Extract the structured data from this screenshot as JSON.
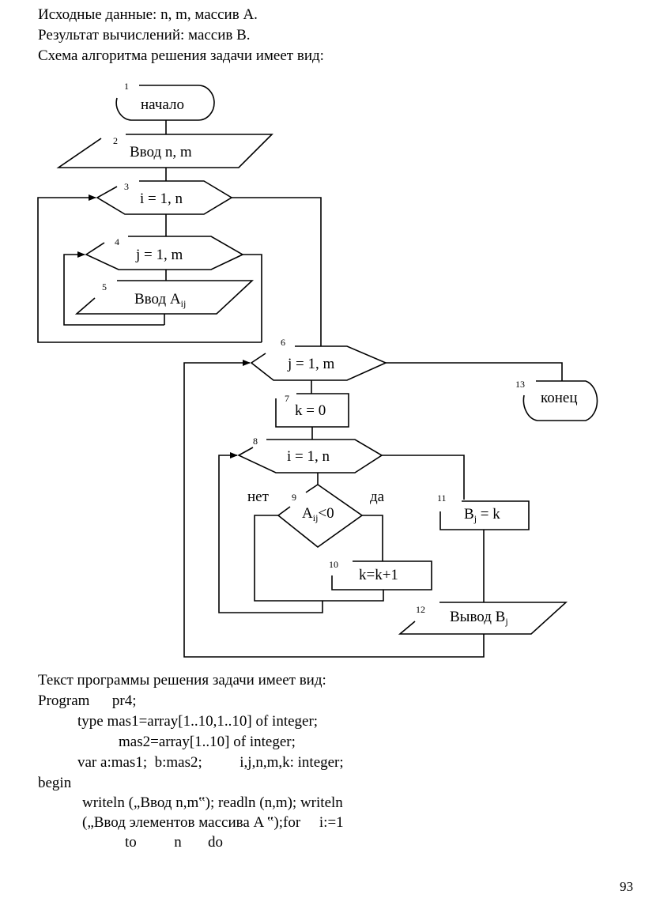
{
  "intro": [
    "Исходные данные: n, m, массив A.",
    "Результат вычислений: массив B.",
    "Схема алгоритма решения задачи имеет вид:"
  ],
  "flowchart": {
    "blocks": [
      {
        "id": "1",
        "type": "terminator",
        "text": "начало"
      },
      {
        "id": "2",
        "type": "input",
        "text": "Ввод n, m"
      },
      {
        "id": "3",
        "type": "loop",
        "text": "i = 1, n"
      },
      {
        "id": "4",
        "type": "loop",
        "text": "j = 1, m"
      },
      {
        "id": "5",
        "type": "input",
        "text": "Ввод A",
        "sub": "ij"
      },
      {
        "id": "6",
        "type": "loop",
        "text": "j = 1, m"
      },
      {
        "id": "7",
        "type": "process",
        "text": "k = 0"
      },
      {
        "id": "8",
        "type": "loop",
        "text": "i = 1, n"
      },
      {
        "id": "9",
        "type": "decision",
        "text": "A",
        "sub": "ij",
        "text_after": "<0"
      },
      {
        "id": "10",
        "type": "process",
        "text": "k=k+1"
      },
      {
        "id": "11",
        "type": "process",
        "text": "B",
        "sub": "j",
        "text_after": " = k"
      },
      {
        "id": "12",
        "type": "output",
        "text": "Вывод B",
        "sub": "j"
      },
      {
        "id": "13",
        "type": "terminator",
        "text": "конец"
      }
    ],
    "branch_labels": {
      "no": "нет",
      "yes": "да"
    }
  },
  "program": {
    "heading": "Текст программы решения задачи имеет вид:",
    "lines": [
      "Program      pr4;",
      "type mas1=array[1..10,1..10] of integer;",
      "mas2=array[1..10] of integer;",
      "var a:mas1;  b:mas2;          i,j,n,m,k: integer;",
      "begin",
      "writeln („Ввод n,m‟); readln (n,m); writeln",
      "(„Ввод элементов массива A ‟);for     i:=1",
      "to          n       do"
    ]
  },
  "page_number": "93"
}
